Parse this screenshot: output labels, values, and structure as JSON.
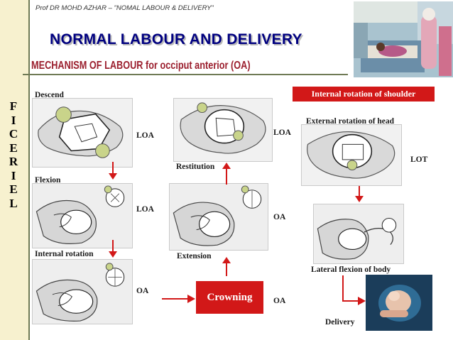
{
  "header": {
    "author": "Prof DR MOHD AZHAR – \"NOMAL LABOUR & DELIVERY\""
  },
  "title": "NORMAL LABOUR AND DELIVERY",
  "subtitle": "MECHANISM OF LABOUR for occiput anterior (OA)",
  "sidebar": {
    "letters": [
      "F",
      "I",
      "C",
      "E",
      "R",
      "I",
      "E",
      "L"
    ]
  },
  "steps": {
    "descend": "Descend",
    "flexion": "Flexion",
    "internal_rotation": "Internal rotation",
    "extension": "Extension",
    "restitution": "Restitution",
    "internal_rotation_shoulder": "Internal rotation of shoulder",
    "external_rotation_head": "External rotation of head",
    "lateral_flexion": "Lateral flexion of body",
    "delivery": "Delivery",
    "crowning": "Crowning"
  },
  "positions": {
    "descend": "LOA",
    "flexion": "LOA",
    "internal_rotation": "OA",
    "restitution": "LOA",
    "extension": "OA",
    "crowning": "OA",
    "external_rotation": "LOT"
  },
  "colors": {
    "arrow": "#d21818",
    "title": "#000080",
    "subtitle": "#9b1f2e",
    "marker": "#c9d48a"
  }
}
